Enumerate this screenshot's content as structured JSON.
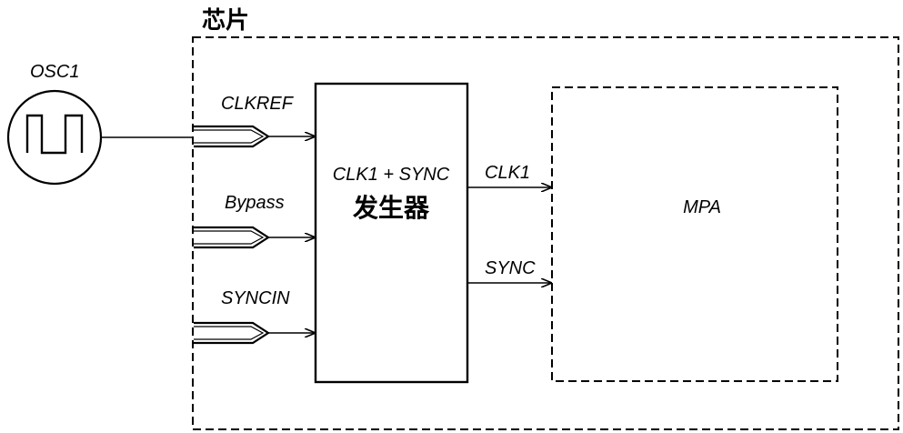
{
  "chip": {
    "title": "芯片"
  },
  "oscillator": {
    "label": "OSC1"
  },
  "inputs": [
    {
      "label": "CLKREF"
    },
    {
      "label": "Bypass"
    },
    {
      "label": "SYNCIN"
    }
  ],
  "generator": {
    "line1": "CLK1 + SYNC",
    "line2": "发生器"
  },
  "outputs": [
    {
      "label": "CLK1"
    },
    {
      "label": "SYNC"
    }
  ],
  "mpa": {
    "label": "MPA"
  }
}
